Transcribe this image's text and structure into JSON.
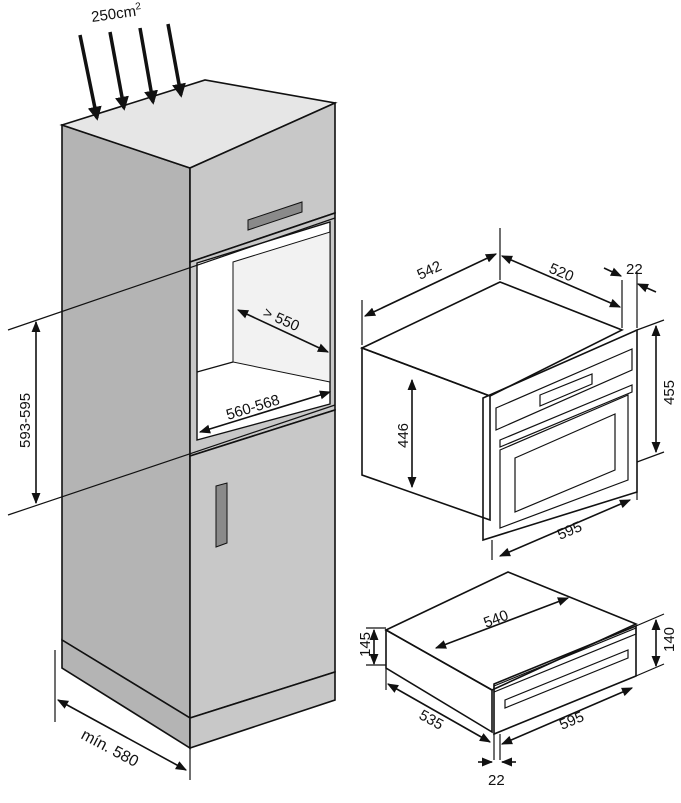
{
  "labels": {
    "air_area": "250cm",
    "air_area_sup": "2",
    "niche_depth": "> 550",
    "niche_width": "560-568",
    "niche_height": "593-595",
    "min_depth": "mín. 580",
    "oven_depth": "542",
    "oven_side": "520",
    "oven_front_offset": "22",
    "oven_height": "455",
    "oven_body_height": "446",
    "oven_width": "595",
    "drawer_depth": "540",
    "drawer_total_height": "145",
    "drawer_front_height": "140",
    "drawer_body_depth": "535",
    "drawer_width": "595",
    "drawer_front_offset": "22"
  },
  "colors": {
    "cabinet_side": "#b4b4b4",
    "cabinet_front": "#c8c8c8",
    "cabinet_top": "#e6e6e6",
    "niche_back": "#ffffff",
    "handle": "#8a8a8a",
    "line": "#111111"
  }
}
